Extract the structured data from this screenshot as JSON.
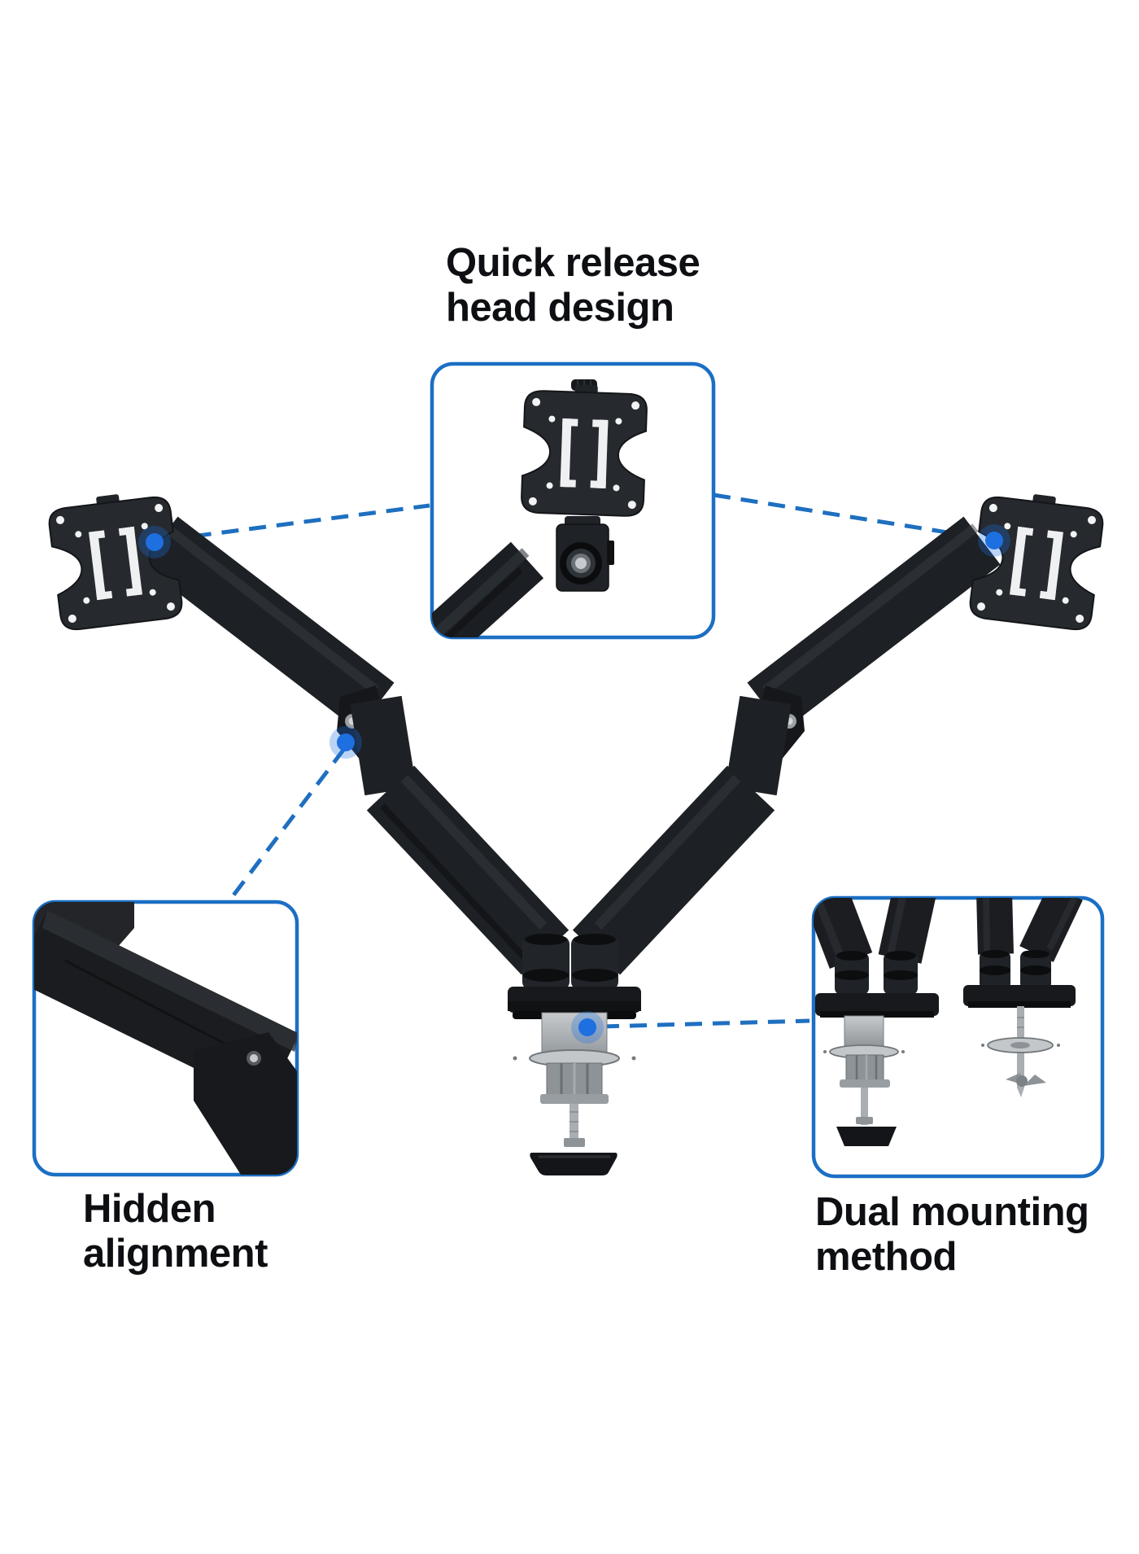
{
  "callouts": {
    "quick_release": {
      "line1": "Quick release",
      "line2": "head design"
    },
    "hidden_alignment": {
      "line1": "Hidden",
      "line2": "alignment"
    },
    "dual_mounting": {
      "line1": "Dual mounting",
      "line2": "method"
    }
  },
  "colors": {
    "accent_blue": "#1b6fc4",
    "dash_blue": "#1e6fc0",
    "dot_blue": "#1e6fe0",
    "cable_teal": "#3bbac4",
    "text_black": "#0d0f12",
    "product_black": "#1b1d21",
    "clamp_gray": "#9aa0a6",
    "background": "#ffffff"
  }
}
